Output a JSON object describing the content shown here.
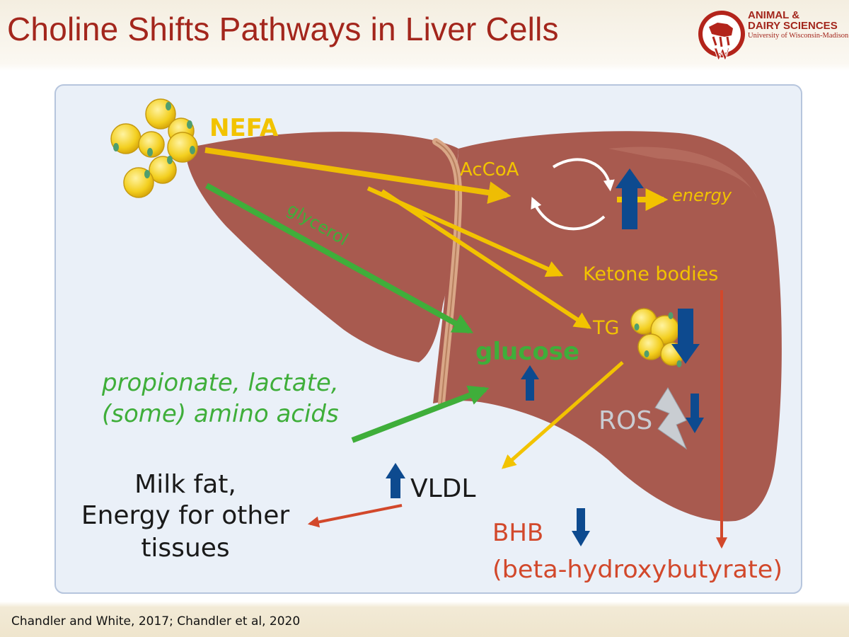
{
  "slide": {
    "title": "Choline Shifts Pathways in Liver Cells",
    "logo": {
      "line1": "ANIMAL &",
      "line2": "DAIRY SCIENCES",
      "line3": "University of Wisconsin-Madison",
      "mark": "W"
    },
    "citation": "Chandler and White, 2017; Chandler et al, 2020"
  },
  "diagram": {
    "labels": {
      "nefa": "NEFA",
      "accoa": "AcCoA",
      "energy": "energy",
      "glycerol": "glycerol",
      "ketone_bodies": "Ketone bodies",
      "tg": "TG",
      "glucose": "glucose",
      "ros": "ROS",
      "vldl": "VLDL",
      "substrates_line1": "propionate, lactate,",
      "substrates_line2": "(some) amino acids",
      "milk_line1": "Milk fat,",
      "milk_line2": "Energy for other",
      "milk_line3": "tissues",
      "bhb": "BHB",
      "bhb_full": "(beta-hydroxybutyrate)"
    },
    "changes": {
      "energy": "up",
      "tg": "down",
      "glucose": "up",
      "ros": "down",
      "vldl": "up",
      "bhb": "down"
    },
    "colors": {
      "liver": "#a85a4f",
      "nefa_arrow": "#f2c300",
      "glycerol_arrow": "#3fae3a",
      "bhb_arrow": "#d2482b",
      "change_arrow": "#0d4a8f",
      "panel_bg": "#eaf0f8",
      "title": "#a3261c"
    }
  }
}
